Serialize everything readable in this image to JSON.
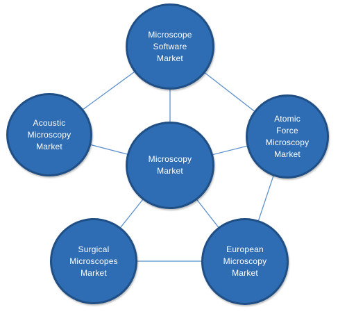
{
  "colors": {
    "node_fill": "#2e6db4",
    "node_border": "#1f4f85",
    "connector": "#5b8fcc",
    "text": "#ffffff"
  },
  "nodes": {
    "center": "Microscopy\nMarket",
    "software": "Microscope\nSoftware\nMarket",
    "acoustic": "Acoustic\nMicroscopy\nMarket",
    "atomic_force": "Atomic\nForce\nMicroscopy\nMarket",
    "surgical": "Surgical\nMicroscopes\nMarket",
    "european": "European\nMicroscopy\nMarket"
  },
  "edges": [
    [
      "center",
      "software"
    ],
    [
      "center",
      "acoustic"
    ],
    [
      "center",
      "atomic_force"
    ],
    [
      "center",
      "surgical"
    ],
    [
      "center",
      "european"
    ],
    [
      "software",
      "acoustic"
    ],
    [
      "software",
      "atomic_force"
    ],
    [
      "atomic_force",
      "european"
    ],
    [
      "european",
      "surgical"
    ]
  ]
}
